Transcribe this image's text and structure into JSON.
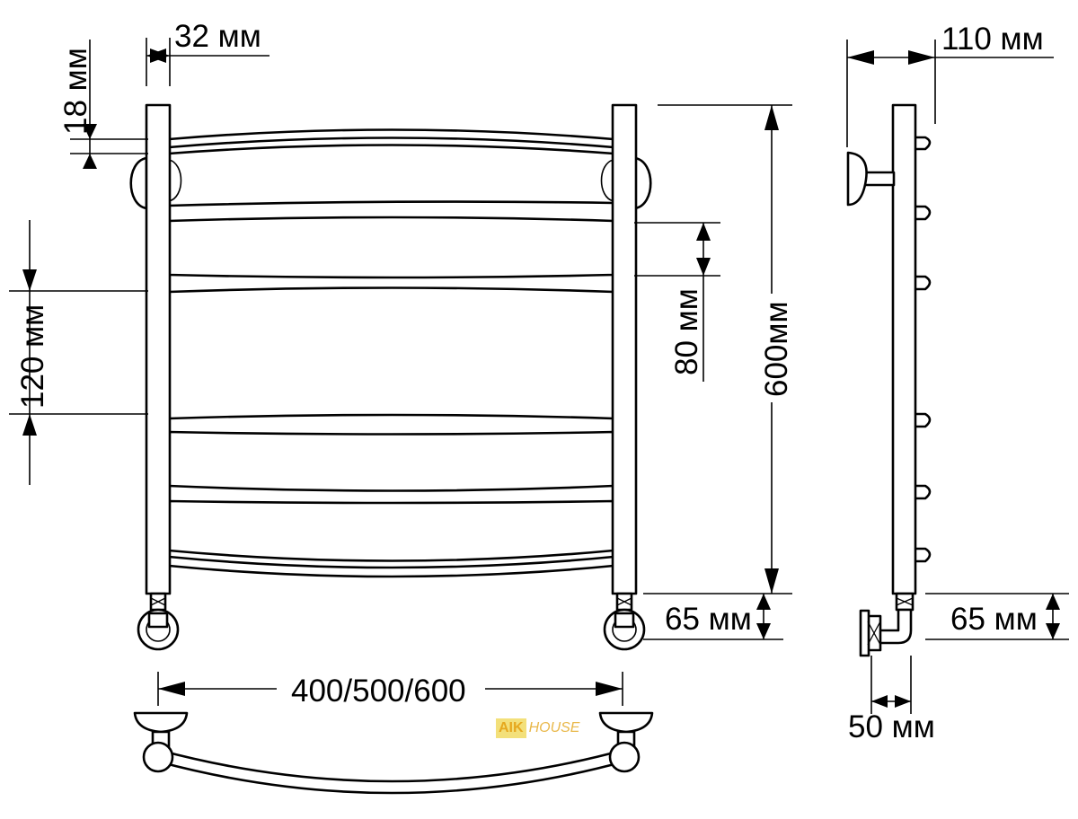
{
  "brand": {
    "part1": "AIK",
    "part2": "HOUSE"
  },
  "dimensions": {
    "pipe_width": "32 мм",
    "bar_thickness": "18 мм",
    "section_spacing": "120 мм",
    "bar_gap": "80 мм",
    "total_height": "600мм",
    "connection_height_front": "65 мм",
    "wall_distance": "110 мм",
    "connection_height_side": "65 мм",
    "connection_offset": "50 мм",
    "width_options": "400/500/600"
  },
  "colors": {
    "line": "#000000",
    "background": "#ffffff",
    "logo_accent": "#e6a81e",
    "logo_bg": "#f3e07a"
  }
}
